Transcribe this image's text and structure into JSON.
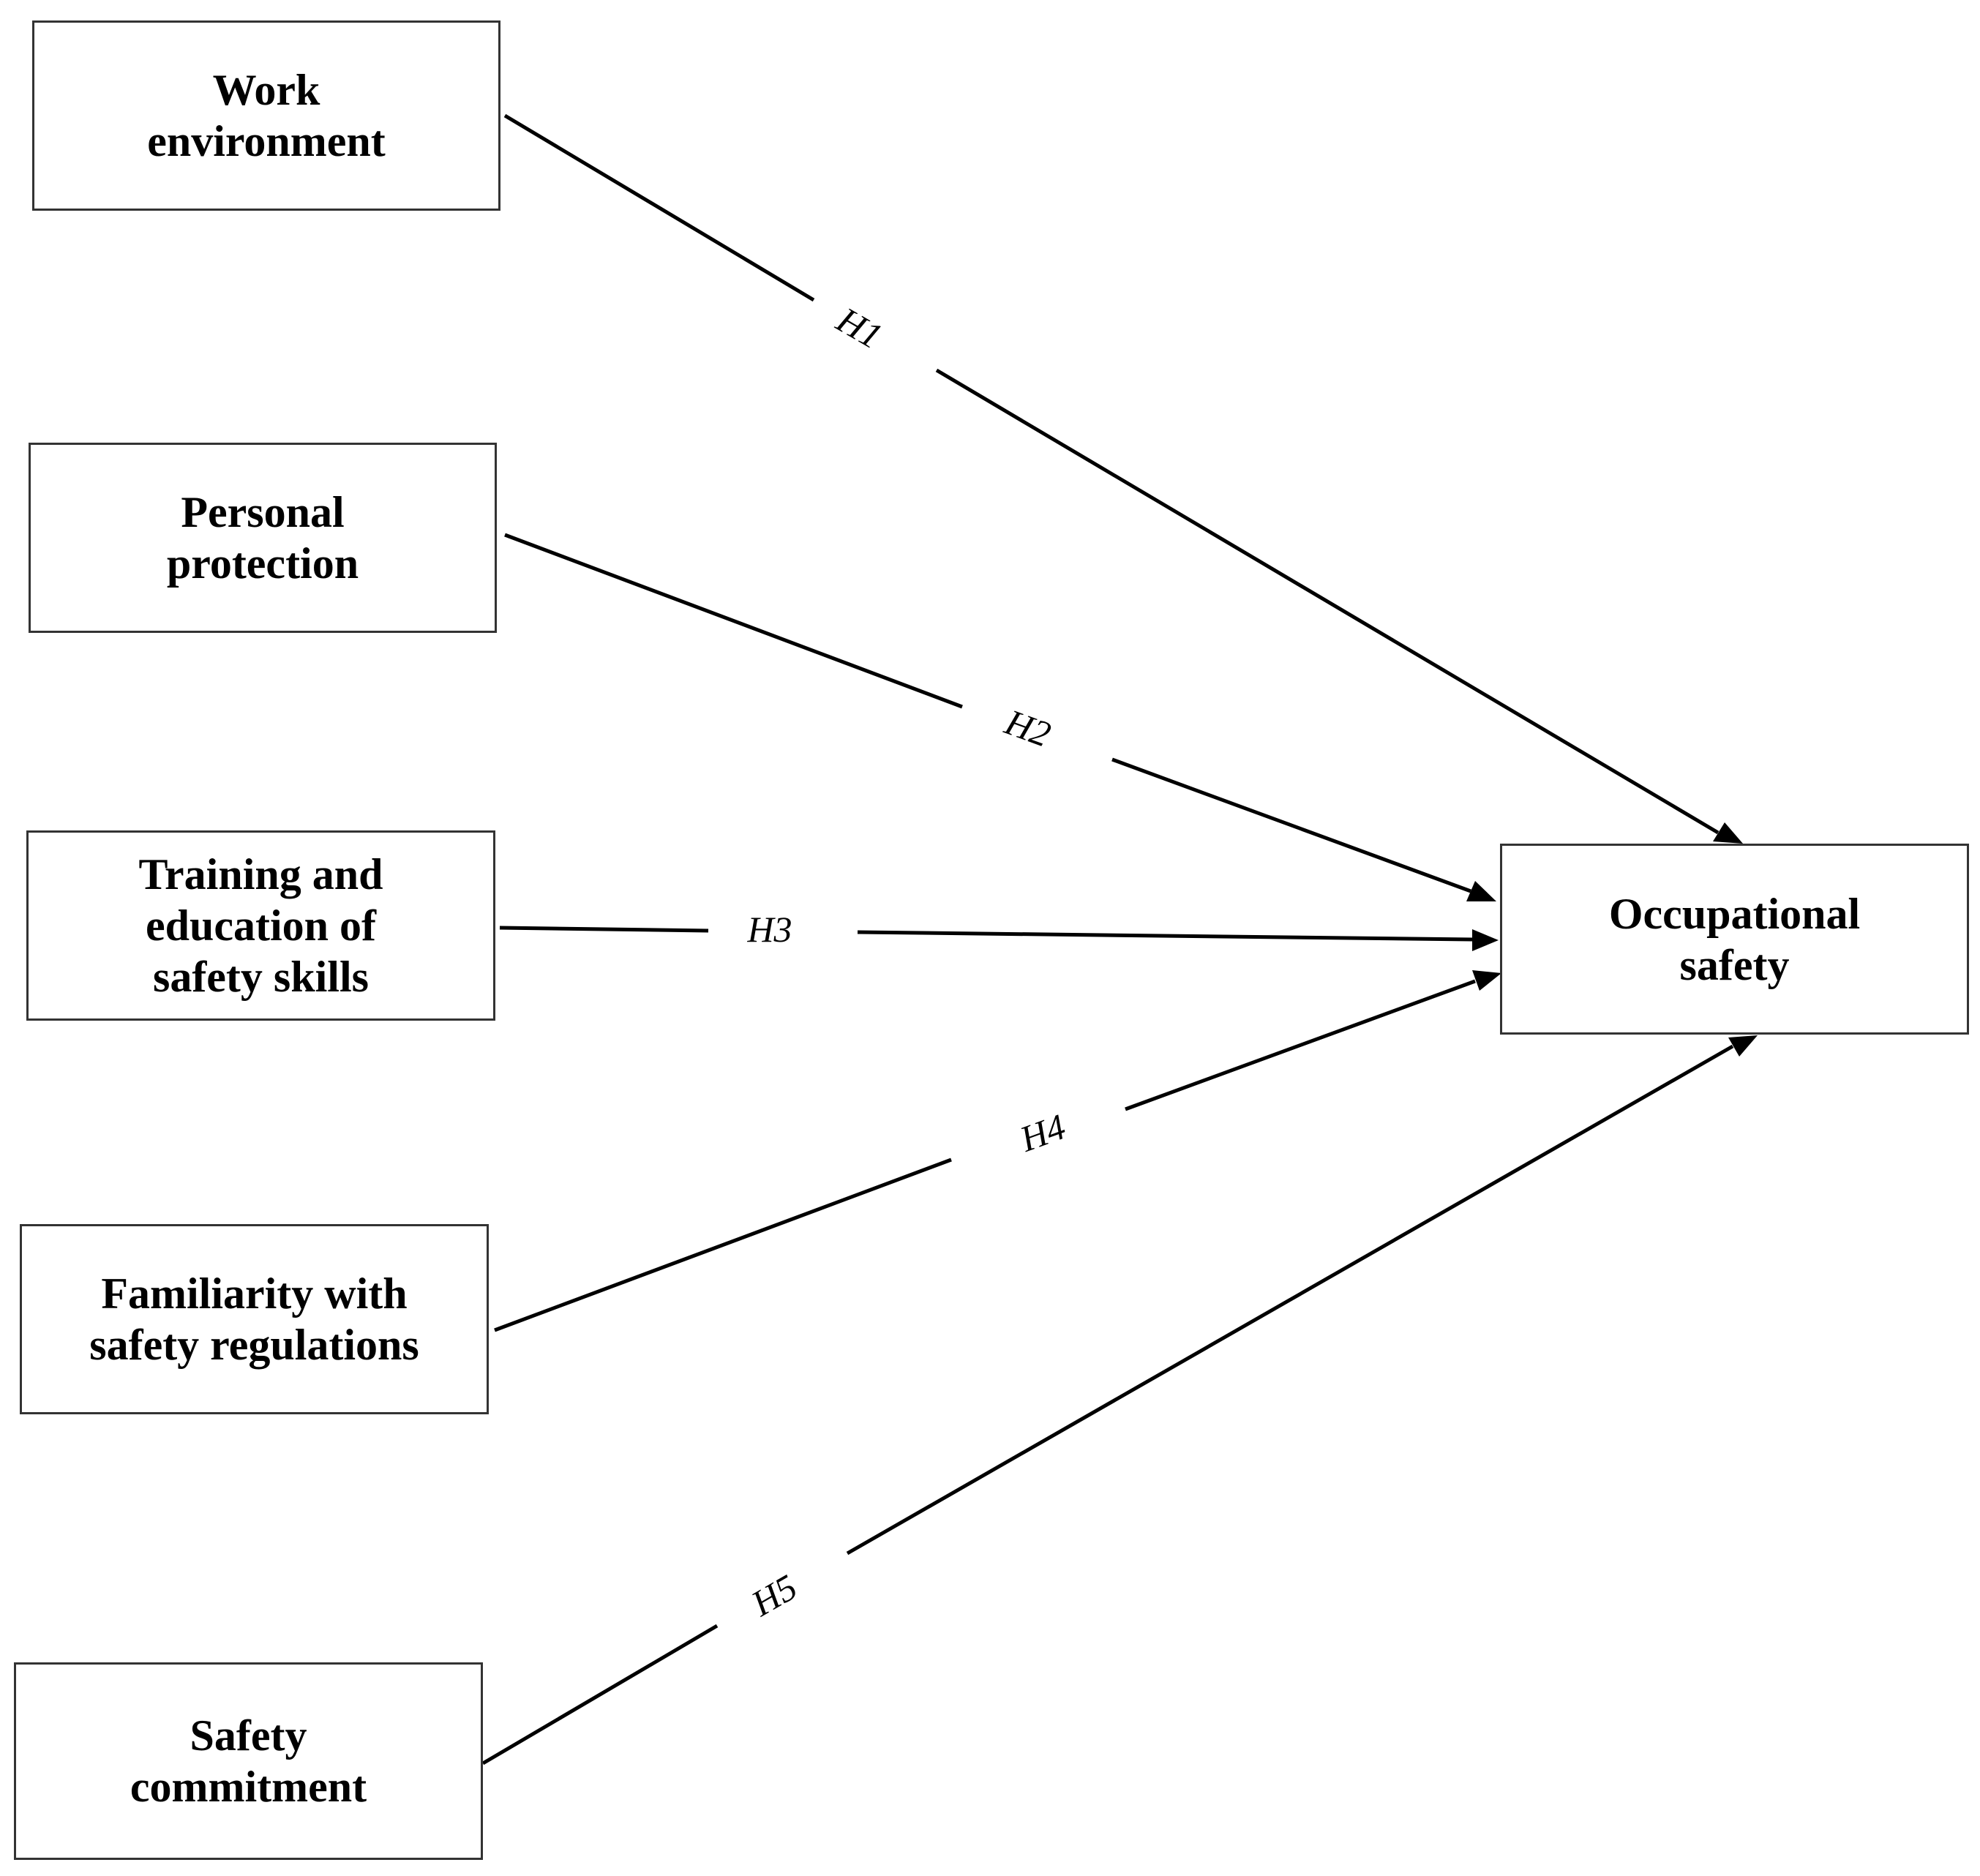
{
  "nodes": {
    "work_environment": "Work\nenvironment",
    "personal_protection": "Personal\nprotection",
    "training_education": "Training and\neducation of\nsafety skills",
    "familiarity_regulations": "Familiarity with\nsafety regulations",
    "safety_commitment": "Safety\ncommitment",
    "occupational_safety": "Occupational\nsafety"
  },
  "edges": {
    "h1": "H1",
    "h2": "H2",
    "h3": "H3",
    "h4": "H4",
    "h5": "H5"
  }
}
